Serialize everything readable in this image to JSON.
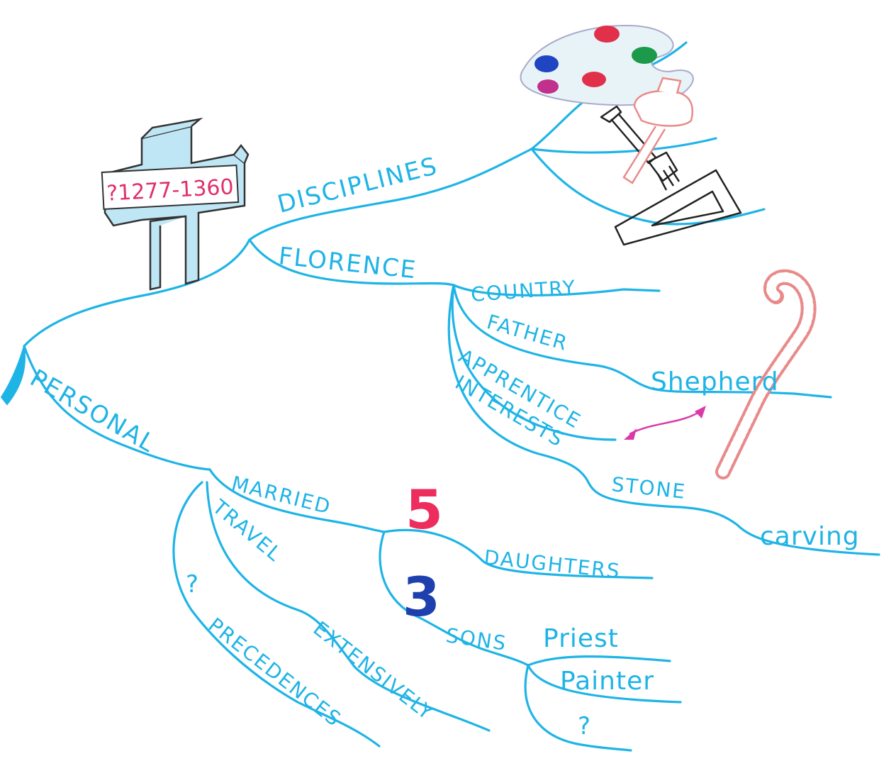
{
  "cross": {
    "dates": "?1277-1360"
  },
  "branches": {
    "disciplines": "DISCIPLINES",
    "florence": "FLORENCE",
    "personal": "PERSONAL"
  },
  "florence_sub": {
    "country": "COUNTRY",
    "father": "FATHER",
    "apprentice": "APPRENTICE",
    "interests": "INTERESTS",
    "shepherd": "Shepherd",
    "stone": "STONE",
    "carving": "carving"
  },
  "personal_sub": {
    "married": "MARRIED",
    "travel": "TRAVEL",
    "extensively": "EXTENSIVELY",
    "question": "?",
    "precedences": "PRECEDENCES"
  },
  "children": {
    "daughters_count": "5",
    "daughters": "DAUGHTERS",
    "sons_count": "3",
    "sons": "SONS",
    "priest": "Priest",
    "painter": "Painter",
    "unknown": "?"
  },
  "icons": [
    "palette-icon",
    "hammer-icon",
    "chisel-icon",
    "set-square-icon",
    "shepherd-crook-icon",
    "grave-cross-icon"
  ],
  "colors": {
    "branch": "#1fb4e6",
    "red_number": "#ee2d5f",
    "blue_number": "#1e3fae",
    "arrow": "#d93aa8",
    "crook": "#e98a8a",
    "cross_fill": "#bfe6f4"
  }
}
